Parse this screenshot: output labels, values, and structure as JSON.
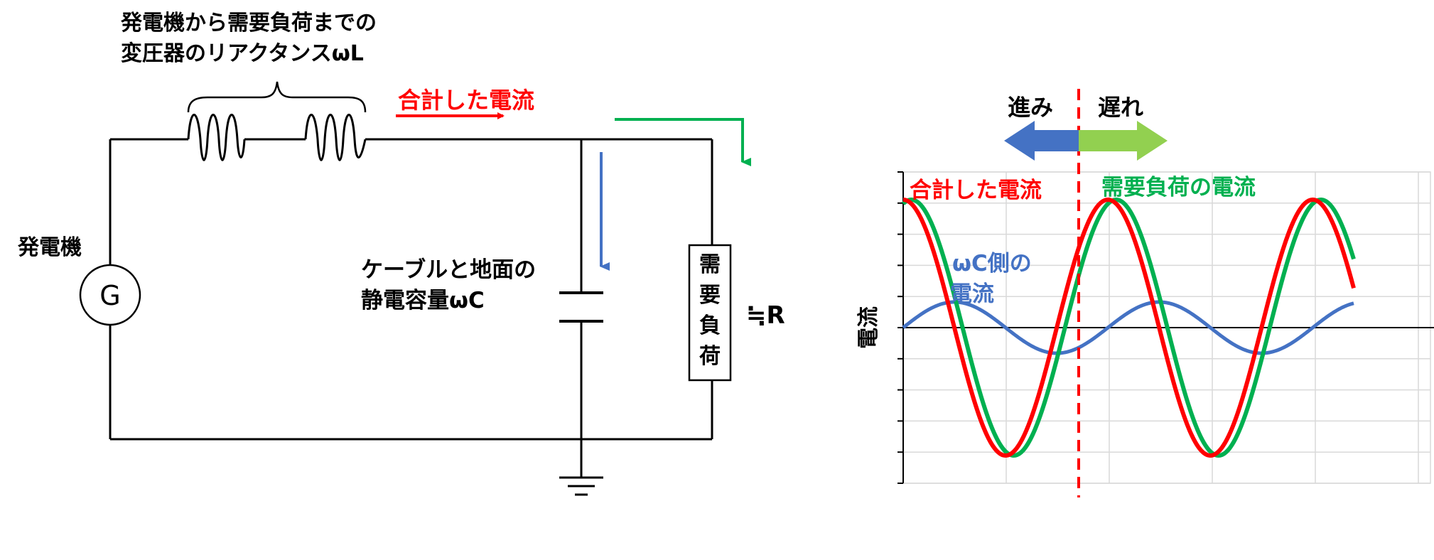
{
  "circuit": {
    "reactance_label_line1": "発電機から需要負荷までの",
    "reactance_label_line2": "変圧器のリアクタンスωL",
    "total_current_label": "合計した電流",
    "generator_label": "発電機",
    "generator_symbol": "G",
    "capacitance_label_line1": "ケーブルと地面の",
    "capacitance_label_line2": "静電容量ωC",
    "load_chars": [
      "需",
      "要",
      "負",
      "荷"
    ],
    "approx_r": "≒R",
    "colors": {
      "total": "#ff0000",
      "capacitive": "#4472c4",
      "load": "#00b050",
      "wire": "#000000"
    }
  },
  "waveform": {
    "lead_label": "進み",
    "lag_label": "遅れ",
    "total_current_label": "合計した電流",
    "load_current_label": "需要負荷の電流",
    "capacitive_current_label_line1": "ωC側の",
    "capacitive_current_label_line2": "電流",
    "y_axis_label": "電流",
    "colors": {
      "total": "#ff0000",
      "load": "#00b050",
      "capacitive": "#4472c4",
      "lead_arrow": "#4472c4",
      "lag_arrow": "#92d050",
      "divider": "#ff0000",
      "grid": "#d9d9d9"
    }
  },
  "chart_data": {
    "type": "line",
    "ylabel": "電流",
    "x_range": [
      0,
      1
    ],
    "grid": true,
    "series": [
      {
        "name": "合計した電流",
        "cycles": 2.2,
        "amplitude": 1.0,
        "phase_turns": 0.0
      },
      {
        "name": "需要負荷の電流",
        "cycles": 2.2,
        "amplitude": 1.0,
        "phase_turns": 0.04
      },
      {
        "name": "ωC側の電流",
        "cycles": 2.2,
        "amplitude": 0.2,
        "phase_turns": 0.25
      }
    ]
  }
}
